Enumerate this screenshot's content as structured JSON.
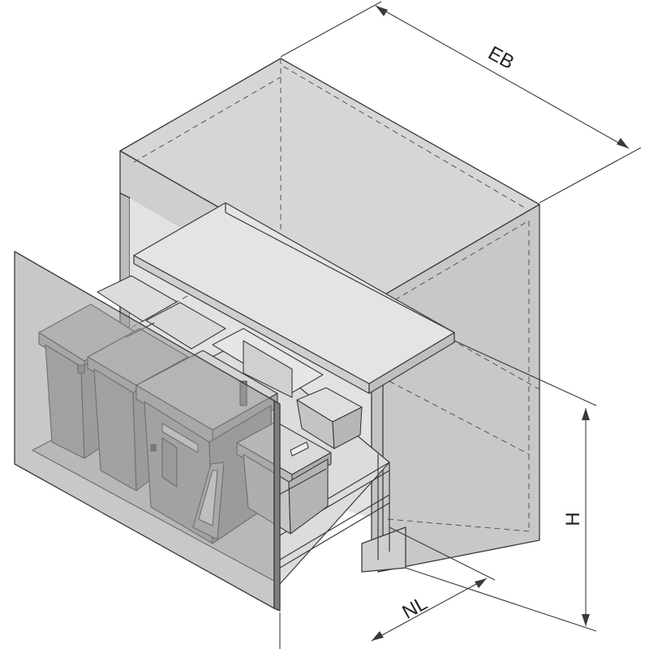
{
  "dimensions": {
    "eb": "EB",
    "h": "H",
    "nl": "NL"
  },
  "colors": {
    "cabinet": "#d2d2d2",
    "cabinet_dark": "#bdbdbd",
    "panel": "#9a9a9a",
    "bin": "#a9a9a9",
    "bin_light": "#c8c8c8",
    "line": "#3a3a3a",
    "dashed": "#555555"
  }
}
